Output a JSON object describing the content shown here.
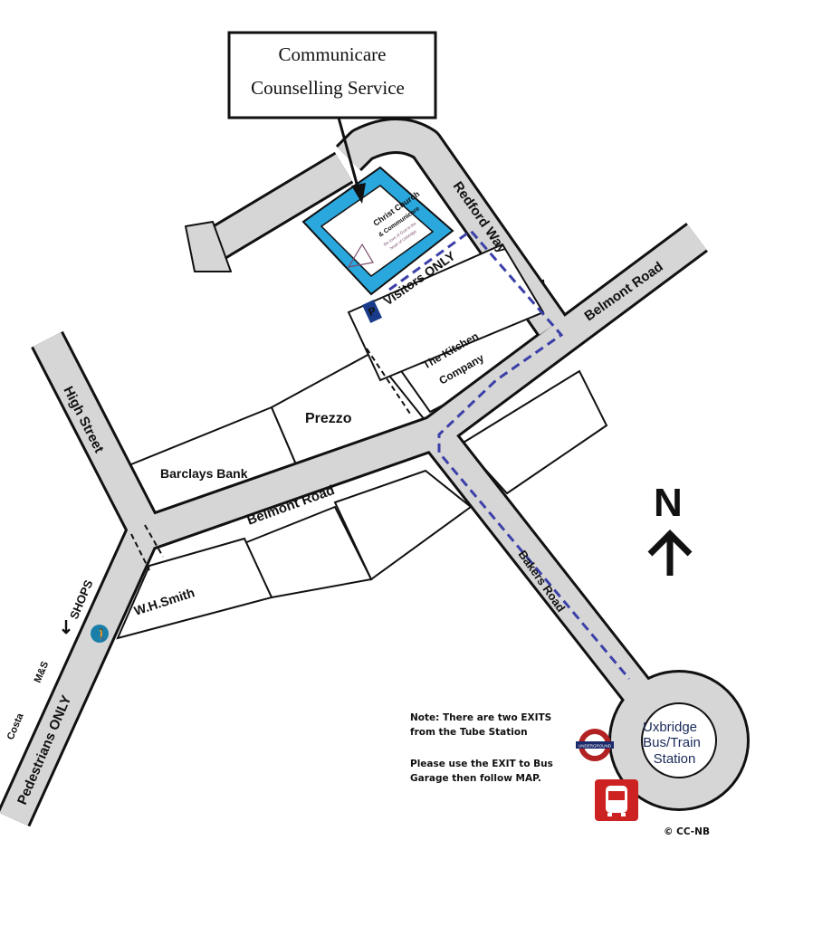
{
  "title_box": {
    "line1": "Communicare",
    "line2": "Counselling Service"
  },
  "church": {
    "name": "Christ Church",
    "sub": "& Communicare",
    "tagline1": "the love of God in the",
    "tagline2": "heart of Uxbridge"
  },
  "streets": {
    "high_street": "High Street",
    "belmont_road_lower": "Belmont Road",
    "belmont_road_upper": "Belmont Road",
    "redford_way": "Redford Way",
    "bakers_road": "Bakers Road",
    "visitors_only": "Visitors ONLY",
    "pedestrians_only": "Pedestrians ONLY",
    "shops": "SHOPS"
  },
  "buildings": {
    "barclays": "Barclays Bank",
    "prezzo": "Prezzo",
    "kitchen1": "The Kitchen",
    "kitchen2": "Company",
    "whsmith": "W.H.Smith",
    "ms": "M&S",
    "costa": "Costa"
  },
  "parking_icon": "P",
  "north": "N",
  "note": {
    "line1": "Note: There are two EXITS",
    "line2": "from the Tube Station",
    "line3": "Please use the EXIT to Bus",
    "line4": "Garage then follow MAP."
  },
  "station": {
    "line1": "Uxbridge",
    "line2": "Bus/Train",
    "line3": "Station"
  },
  "underground_label": "UNDERGROUND",
  "copyright": "© CC-NB",
  "colors": {
    "road": "#d6d6d6",
    "church": "#2aa7dd",
    "route": "#3b3fa8",
    "underground": "#b22222",
    "bus": "#cc2222",
    "north": "#1a2a9a"
  }
}
